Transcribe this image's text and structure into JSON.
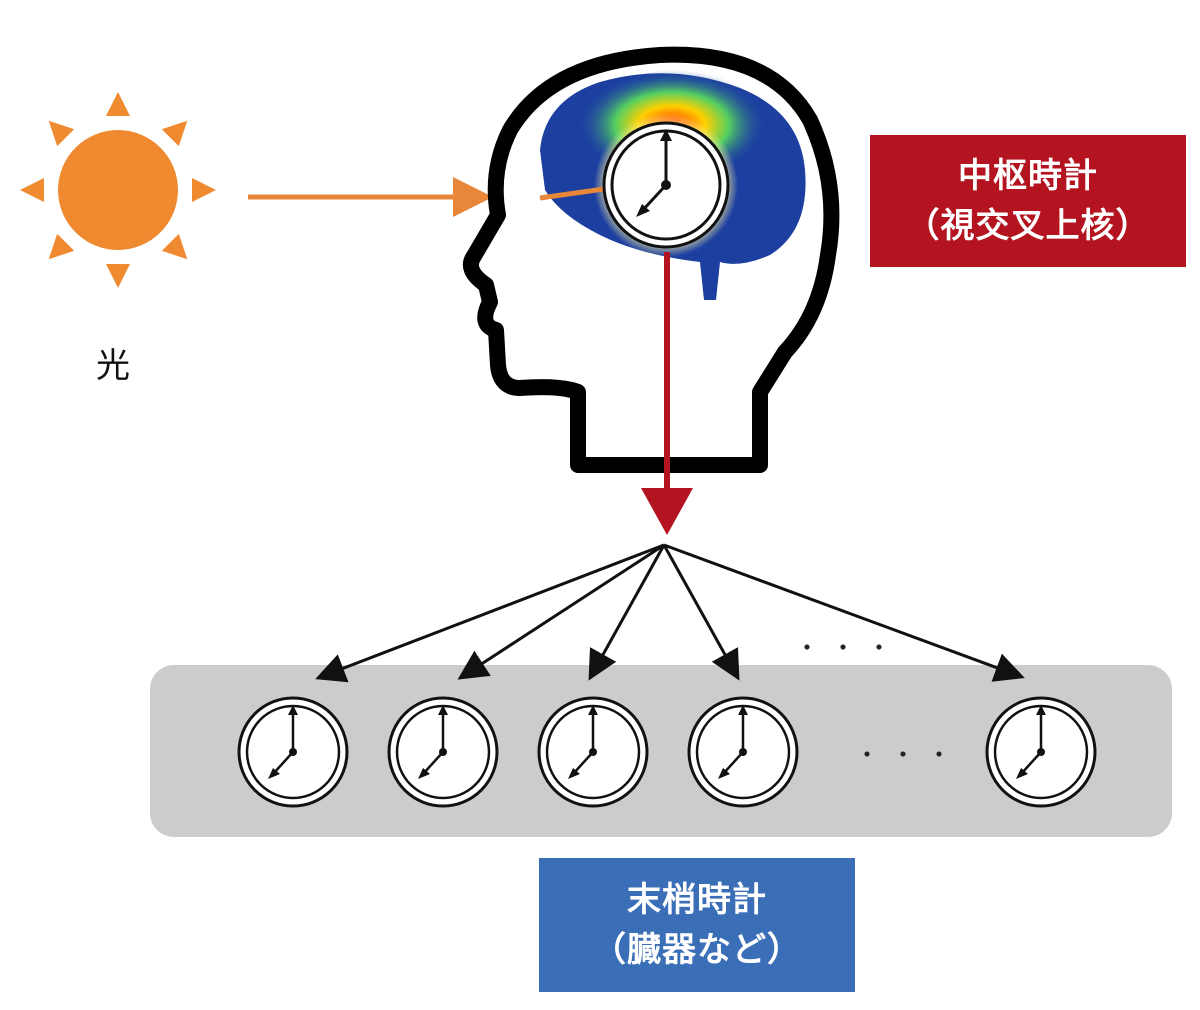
{
  "light": {
    "label": "光"
  },
  "central_clock": {
    "title": "中枢時計",
    "subtitle": "（視交叉上核）",
    "box_color": "#b3141f"
  },
  "peripheral_clocks": {
    "title": "末梢時計",
    "subtitle": "（臓器など）",
    "box_color": "#3a6eb7",
    "clock_count": 5,
    "ellipsis": "・・・"
  },
  "colors": {
    "sun": "#f08a30",
    "light_arrow": "#e8863a",
    "signal_arrow": "#b3141f",
    "distribution_arrow": "#111111",
    "peripheral_band": "#cccccc"
  },
  "icons": [
    "sun-icon",
    "head-silhouette-icon",
    "brain-icon",
    "clock-icon"
  ]
}
